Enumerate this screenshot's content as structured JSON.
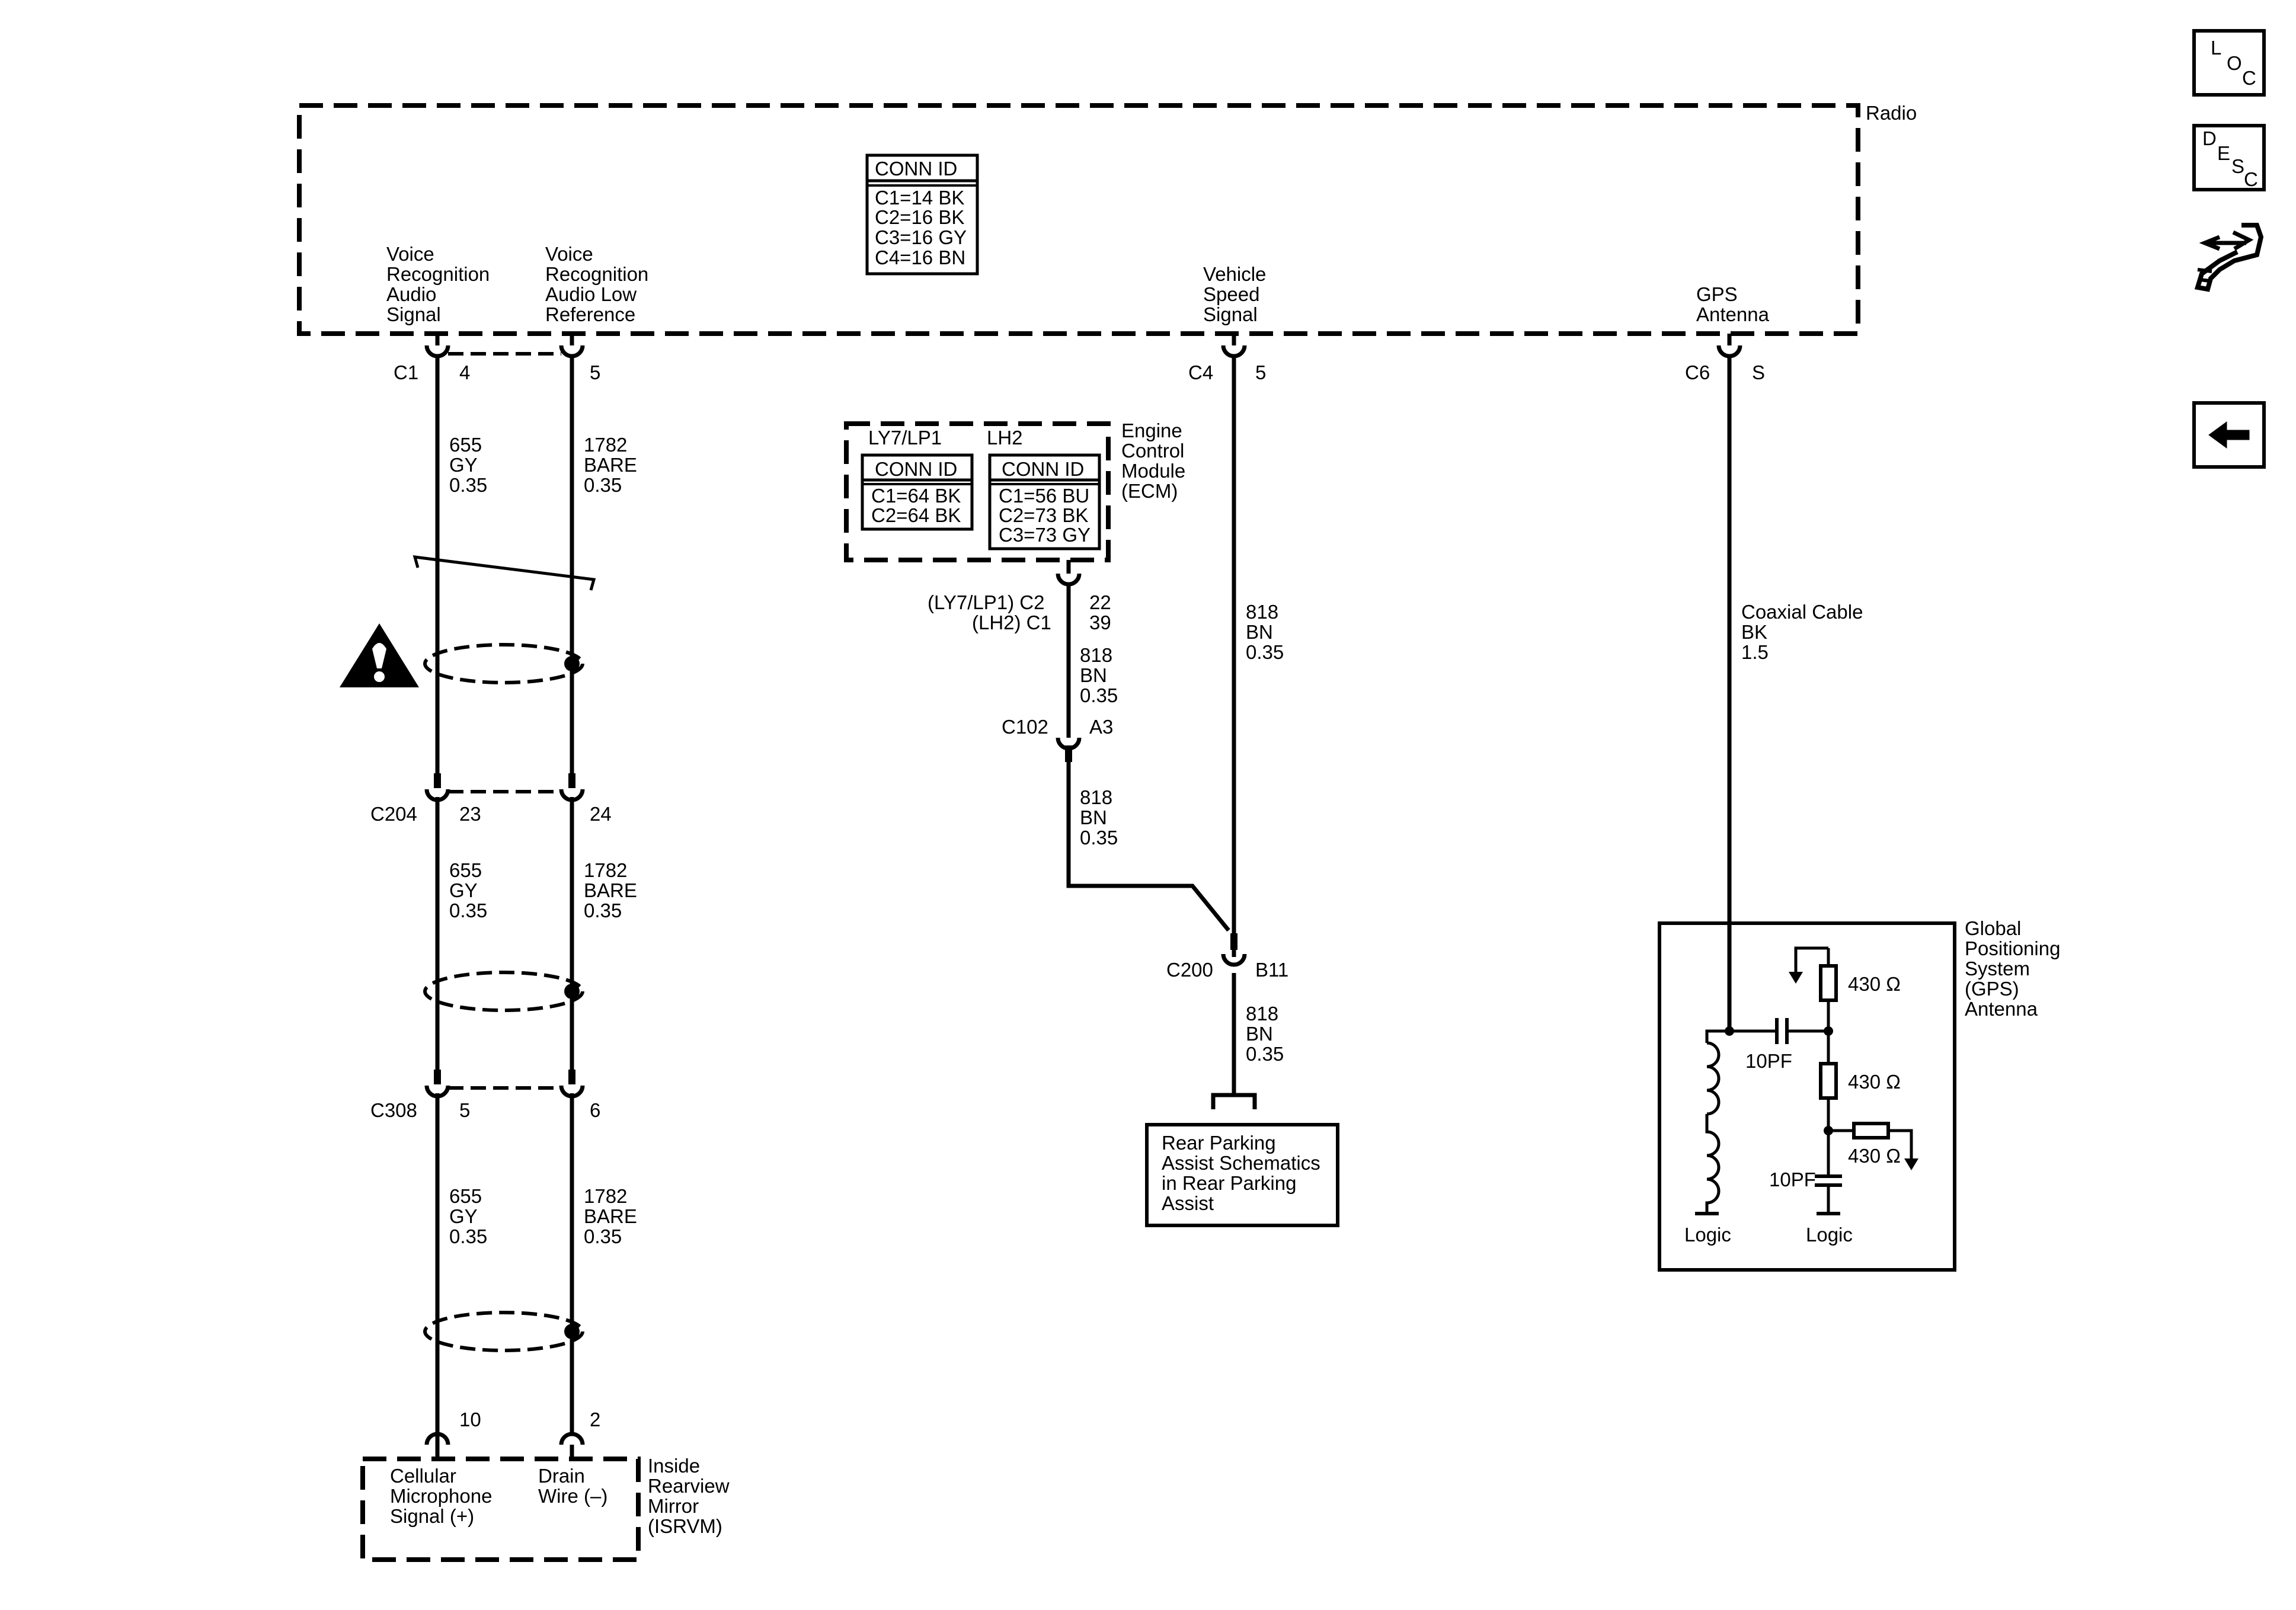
{
  "nav": {
    "loc": {
      "l1": "L",
      "l2": "O",
      "l3": "C"
    },
    "desc": {
      "l1": "D",
      "l2": "E",
      "l3": "S",
      "l4": "C"
    },
    "connector_icon": "connector-tool-icon",
    "back_icon": "left-arrow-icon"
  },
  "radio": {
    "title": "Radio",
    "conn_id": {
      "header": "CONN ID",
      "rows": [
        "C1=14 BK",
        "C2=16 BK",
        "C3=16 GY",
        "C4=16 BN"
      ]
    },
    "vr_audio": [
      "Voice",
      "Recognition",
      "Audio",
      "Signal"
    ],
    "vr_low": [
      "Voice",
      "Recognition",
      "Audio Low",
      "Reference"
    ],
    "vss": [
      "Vehicle",
      "Speed",
      "Signal"
    ],
    "gps": [
      "GPS",
      "Antenna"
    ],
    "c1": "C1",
    "c1_pin4": "4",
    "c1_pin5": "5",
    "c4": "C4",
    "c4_pin": "5",
    "c6": "C6",
    "c6_pin": "S"
  },
  "wires": {
    "w655": [
      "655",
      "GY",
      "0.35"
    ],
    "w1782": [
      "1782",
      "BARE",
      "0.35"
    ],
    "w818": [
      "818",
      "BN",
      "0.35"
    ],
    "coax": [
      "Coaxial Cable",
      "BK",
      "1.5"
    ]
  },
  "connectors": {
    "c204": "C204",
    "c204_a": "23",
    "c204_b": "24",
    "c308": "C308",
    "c308_a": "5",
    "c308_b": "6",
    "isrvm_a": "10",
    "isrvm_b": "2",
    "c102": "C102",
    "c102_pin": "A3",
    "c200": "C200",
    "c200_pin": "B11"
  },
  "ecm": {
    "title": [
      "Engine",
      "Control",
      "Module",
      "(ECM)"
    ],
    "variant_a": "LY7/LP1",
    "variant_b": "LH2",
    "conn_a": {
      "header": "CONN ID",
      "rows": [
        "C1=64 BK",
        "C2=64 BK"
      ]
    },
    "conn_b": {
      "header": "CONN ID",
      "rows": [
        "C1=56 BU",
        "C2=73 BK",
        "C3=73 GY"
      ]
    },
    "pin_a_label": "(LY7/LP1) C2",
    "pin_a": "22",
    "pin_b_label": "(LH2) C1",
    "pin_b": "39"
  },
  "isrvm": {
    "title": [
      "Inside",
      "Rearview",
      "Mirror",
      "(ISRVM)"
    ],
    "cell_mic": [
      "Cellular",
      "Microphone",
      "Signal (+)"
    ],
    "drain": [
      "Drain",
      "Wire (–)"
    ]
  },
  "rear_parking": [
    "Rear Parking",
    "Assist Schematics",
    "in Rear Parking",
    "Assist"
  ],
  "gps_antenna": {
    "title": [
      "Global",
      "Positioning",
      "System",
      "(GPS)",
      "Antenna"
    ],
    "r1": "430 Ω",
    "r2": "430 Ω",
    "r3": "430 Ω",
    "c1": "10PF",
    "c2": "10PF",
    "logic1": "Logic",
    "logic2": "Logic"
  },
  "warning_icon": "warning-icon"
}
